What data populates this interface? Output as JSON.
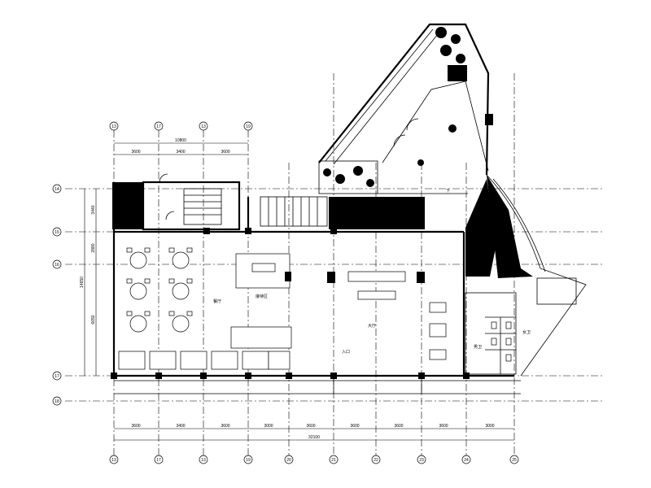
{
  "grid": {
    "columns": [
      "13",
      "17",
      "13",
      "19",
      "20",
      "21",
      "22",
      "23",
      "24",
      "25"
    ],
    "rows": [
      "14",
      "15",
      "16",
      "17",
      "18"
    ]
  },
  "dimensions": {
    "top_total": "10800",
    "top_segments": [
      "3600",
      "3400",
      "3600"
    ],
    "bottom_segments": [
      "3600",
      "3400",
      "3600",
      "3000",
      "3600",
      "3600",
      "3600",
      "3600",
      "3000"
    ],
    "bottom_total": "32100",
    "left_total": "14650",
    "left_segments": [
      "3440",
      "2880",
      "6650"
    ]
  },
  "room_labels": {
    "dining": "餐厅",
    "lobby": "大厅",
    "reception": "接待区",
    "entrance": "入口",
    "washroom_male": "男卫",
    "washroom_female": "女卫",
    "landing": "下"
  },
  "colors": {
    "line": "#000000",
    "paper": "#ffffff"
  }
}
